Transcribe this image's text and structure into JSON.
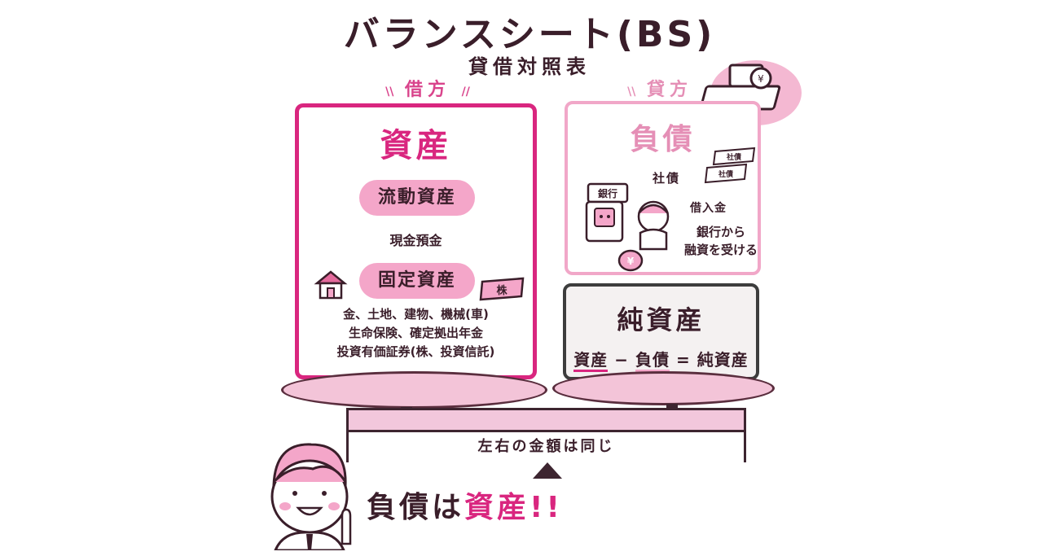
{
  "title": "バランスシート(BS)",
  "subtitle": "貸借対照表",
  "debit_label": "借方",
  "credit_label": "貸方",
  "assets": {
    "heading": "資産",
    "current_assets": "流動資産",
    "current_items": "現金預金",
    "fixed_assets": "固定資産",
    "fixed_items": [
      "金、土地、建物、機械(車)",
      "生命保険、確定拠出年金",
      "投資有価証券(株、投資信託)"
    ],
    "stock_tag": "株"
  },
  "liabilities": {
    "heading": "負債",
    "bond": "社債",
    "bond_cards": [
      "社債",
      "社債"
    ],
    "loan": "借入金",
    "bank_sign": "銀行",
    "loan_note": [
      "銀行から",
      "融資を受ける"
    ],
    "yen": "¥"
  },
  "equity": {
    "heading": "純資産",
    "formula_assets": "資産",
    "formula_minus": "−",
    "formula_liab": "負債",
    "formula_eq": "=",
    "formula_equity": "純資産"
  },
  "scale_label": "左右の金額は同じ",
  "tagline": {
    "part1": "負債",
    "part2": "は",
    "part3": "資産",
    "part4": "!!"
  },
  "colors": {
    "accent": "#d9267f",
    "light_pink": "#f4a6c9",
    "dark": "#3a1e2a"
  }
}
